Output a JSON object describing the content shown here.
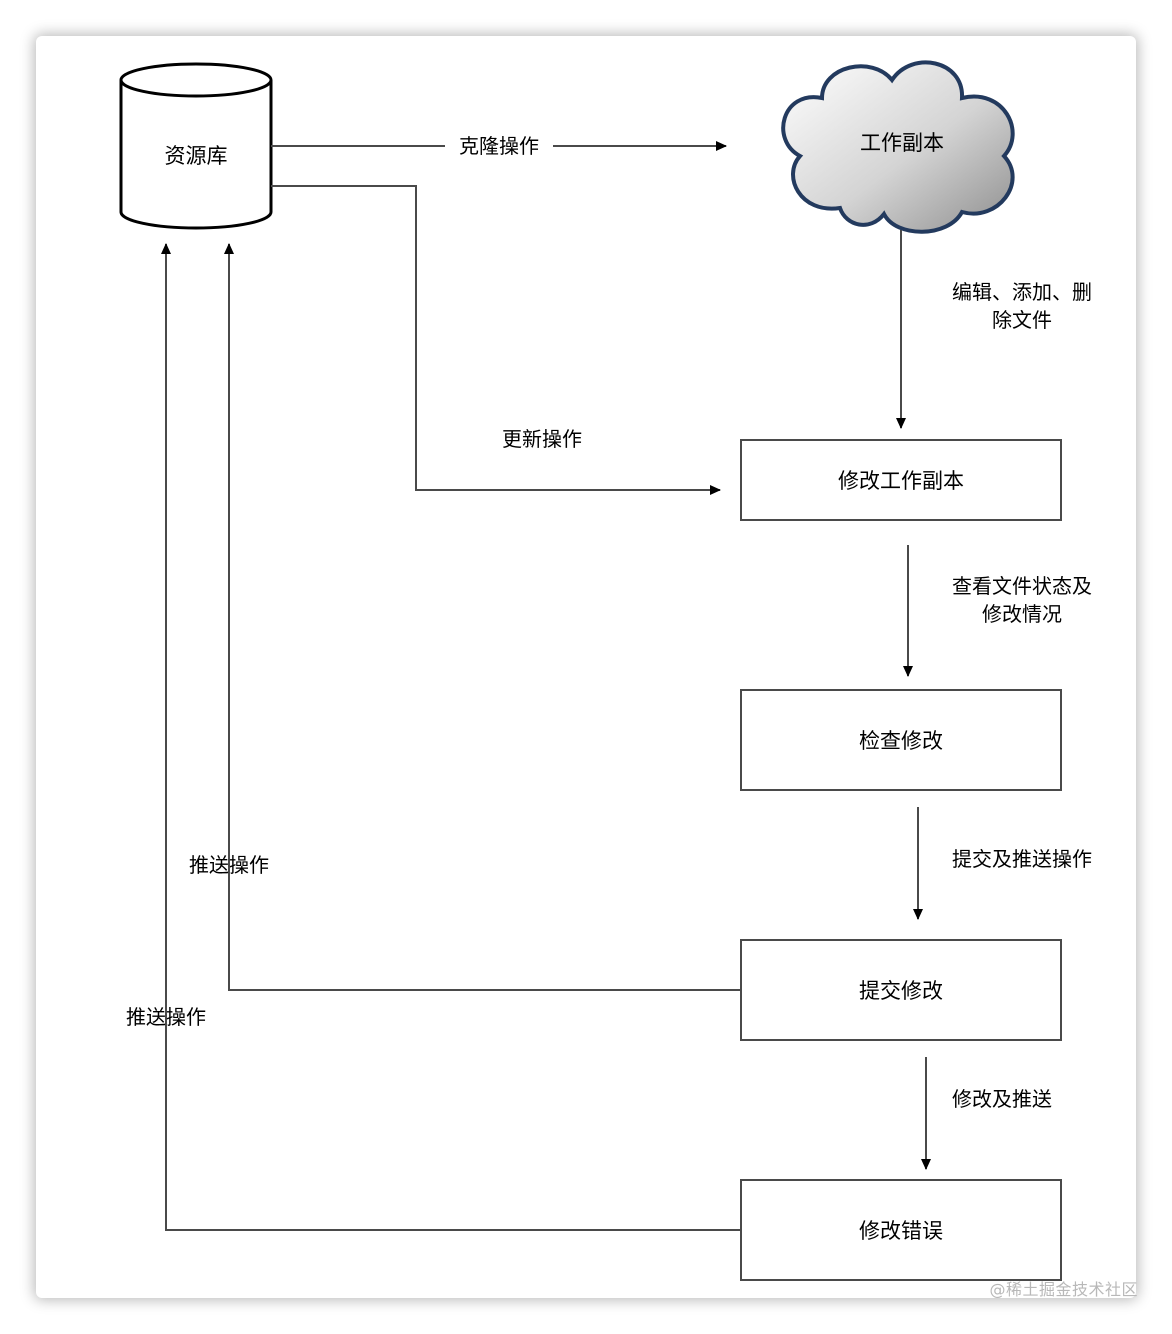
{
  "nodes": {
    "repository": "资源库",
    "working_copy": "工作副本",
    "modify_working_copy": "修改工作副本",
    "review_changes": "检查修改",
    "commit_changes": "提交修改",
    "fix_errors": "修改错误"
  },
  "edges": {
    "clone": "克隆操作",
    "update": "更新操作",
    "edit_line1": "编辑、添加、删",
    "edit_line2": "除文件",
    "status_line1": "查看文件状态及",
    "status_line2": "修改情况",
    "commit_push": "提交及推送操作",
    "fix_push": "修改及推送",
    "push_1": "推送操作",
    "push_2": "推送操作"
  },
  "watermark": "@稀土掘金技术社区",
  "colors": {
    "line": "#000000",
    "flow_line": "#4a4a4a",
    "cloud_border": "#233a5e"
  }
}
